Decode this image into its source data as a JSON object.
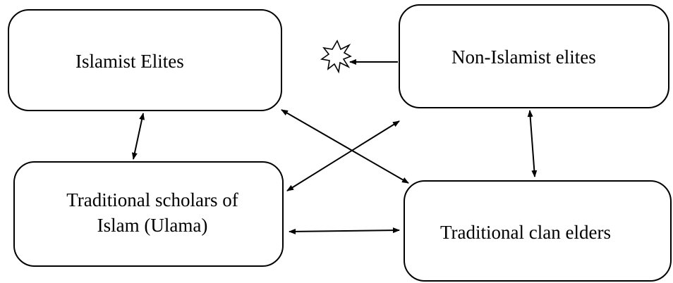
{
  "nodes": {
    "islamist_elites": {
      "label": "Islamist Elites"
    },
    "non_islamist_elites": {
      "label": "Non-Islamist elites"
    },
    "ulama": {
      "label_line1": "Traditional scholars of",
      "label_line2": "Islam (Ulama)"
    },
    "clan_elders": {
      "label": "Traditional clan elders"
    }
  },
  "relations": [
    {
      "from": "islamist_elites",
      "to": "ulama",
      "kind": "two-way"
    },
    {
      "from": "islamist_elites",
      "to": "clan_elders",
      "kind": "two-way"
    },
    {
      "from": "non_islamist_elites",
      "to": "ulama",
      "kind": "two-way"
    },
    {
      "from": "non_islamist_elites",
      "to": "clan_elders",
      "kind": "two-way"
    },
    {
      "from": "ulama",
      "to": "clan_elders",
      "kind": "two-way"
    },
    {
      "from": "non_islamist_elites",
      "to": "conflict",
      "kind": "one-way"
    }
  ],
  "conflict_marker": {
    "icon": "explosion-icon"
  },
  "colors": {
    "line": "#000000",
    "box_border": "#000000",
    "background": "#ffffff"
  }
}
